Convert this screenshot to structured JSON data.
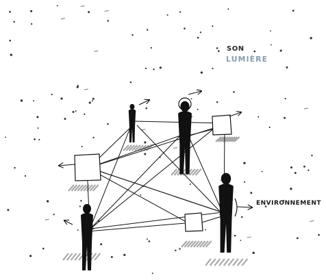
{
  "labels": {
    "son": "SON",
    "lumiere": "LUMIÈRE",
    "environnement": "ENVIRONNEMENT"
  },
  "colors": {
    "ink": "#111111",
    "shadow": "#8c8c8c",
    "lumiere": "#8a9dae",
    "background": "#ffffff"
  },
  "nodes": [
    {
      "id": "person-top-left",
      "kind": "person"
    },
    {
      "id": "person-top-center",
      "kind": "person"
    },
    {
      "id": "box-top-right",
      "kind": "box"
    },
    {
      "id": "box-left",
      "kind": "box"
    },
    {
      "id": "box-center",
      "kind": "box"
    },
    {
      "id": "person-bottom-left",
      "kind": "person"
    },
    {
      "id": "person-right",
      "kind": "person"
    }
  ],
  "edges": [
    {
      "from": "person-top-left",
      "to": "box-top-right"
    },
    {
      "from": "person-top-left",
      "to": "box-left"
    },
    {
      "from": "person-top-left",
      "to": "person-right"
    },
    {
      "from": "person-top-left",
      "to": "person-bottom-left"
    },
    {
      "from": "person-top-center",
      "to": "box-left"
    },
    {
      "from": "person-top-center",
      "to": "person-right"
    },
    {
      "from": "person-top-center",
      "to": "person-bottom-left"
    },
    {
      "from": "box-top-right",
      "to": "box-left"
    },
    {
      "from": "box-top-right",
      "to": "person-right"
    },
    {
      "from": "box-top-right",
      "to": "person-bottom-left"
    },
    {
      "from": "box-left",
      "to": "person-right"
    },
    {
      "from": "box-left",
      "to": "box-center"
    },
    {
      "from": "box-left",
      "to": "person-bottom-left"
    },
    {
      "from": "box-center",
      "to": "person-bottom-left"
    },
    {
      "from": "box-center",
      "to": "person-right"
    },
    {
      "from": "person-bottom-left",
      "to": "person-right"
    },
    {
      "from": "person-right",
      "to": "box-left"
    },
    {
      "from": "person-top-center",
      "to": "box-top-right"
    }
  ]
}
